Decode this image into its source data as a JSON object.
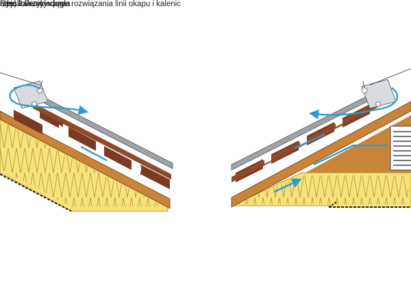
{
  "labels": {
    "left_title": "nicy)",
    "right_title": "Linia kalenicy ciągła"
  },
  "caption": {
    "line1": "Rys. 2 Przykładowe rozwiązania linii okapu i kalenic",
    "line2": "odeskowany + papa"
  },
  "colors": {
    "insulation": "#f7e27a",
    "timber": "#c9843a",
    "batten": "#7a3b22",
    "roofing": "#9ea3a8",
    "airflow": "#2e9ccd",
    "ridge_vent": "#d9dcdf"
  },
  "icons": [
    "airflow-arrow-icon",
    "ridge-cap-icon",
    "ventilation-grille-icon"
  ]
}
